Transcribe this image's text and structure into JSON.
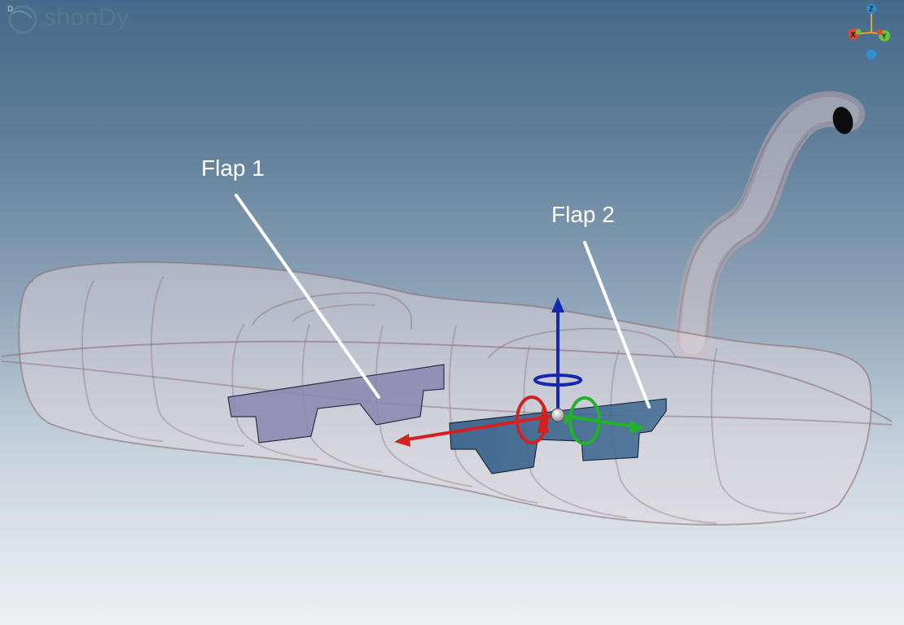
{
  "brand": {
    "name": "shonDy",
    "logo_letter": "D",
    "logo_icon": "shondy-logo-icon"
  },
  "labels": {
    "flap1": "Flap 1",
    "flap2": "Flap 2"
  },
  "triad": {
    "x": "X",
    "y": "Y",
    "z": "Z"
  },
  "colors": {
    "x_axis": "#d42020",
    "y_axis": "#22b22a",
    "z_axis": "#1428b0",
    "flap1": "#8a86b0",
    "flap2": "#3f6a8f",
    "tank_outline": "#8a6a70"
  }
}
